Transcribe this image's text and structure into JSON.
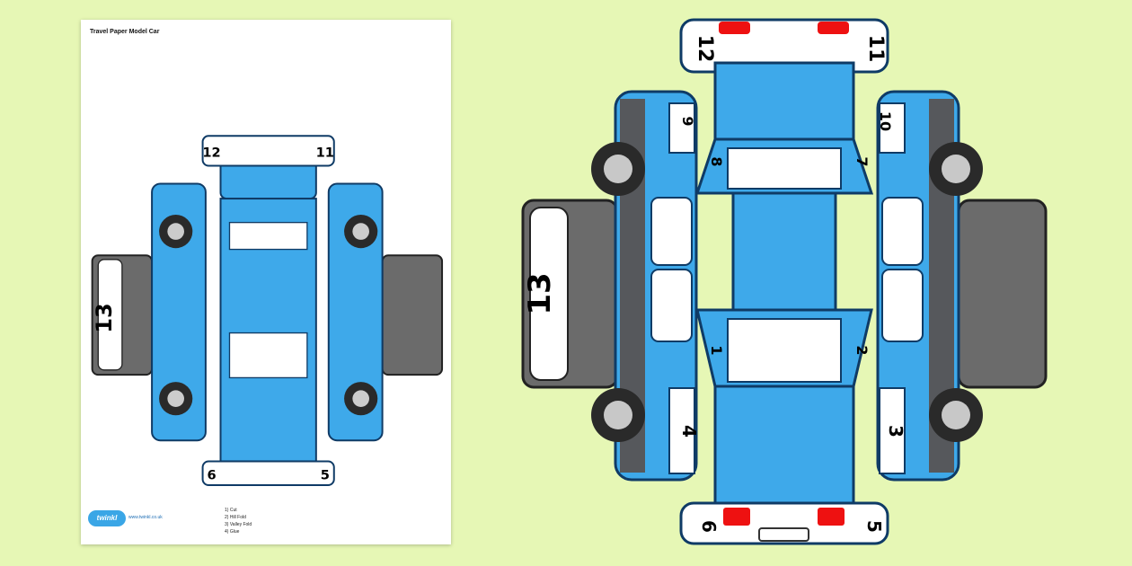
{
  "sheet": {
    "title": "Travel Paper Model  Car",
    "logo": "twinkl",
    "url": "www.twinkl.co.uk",
    "legend": [
      "1) Cut",
      "2) Hill Fold",
      "3) Valley Fold",
      "4) Glue"
    ]
  },
  "labels": {
    "n1": "1",
    "n2": "2",
    "n3": "3",
    "n4": "4",
    "n5": "5",
    "n6": "6",
    "n7": "7",
    "n8": "8",
    "n9": "9",
    "n10": "10",
    "n11": "11",
    "n12": "12",
    "n13": "13"
  },
  "colors": {
    "body": "#3ea9ea",
    "outline": "#0f3b66",
    "tyre": "#2a2a2a",
    "panel": "#6b6b6b",
    "background": "#e6f7b5"
  }
}
